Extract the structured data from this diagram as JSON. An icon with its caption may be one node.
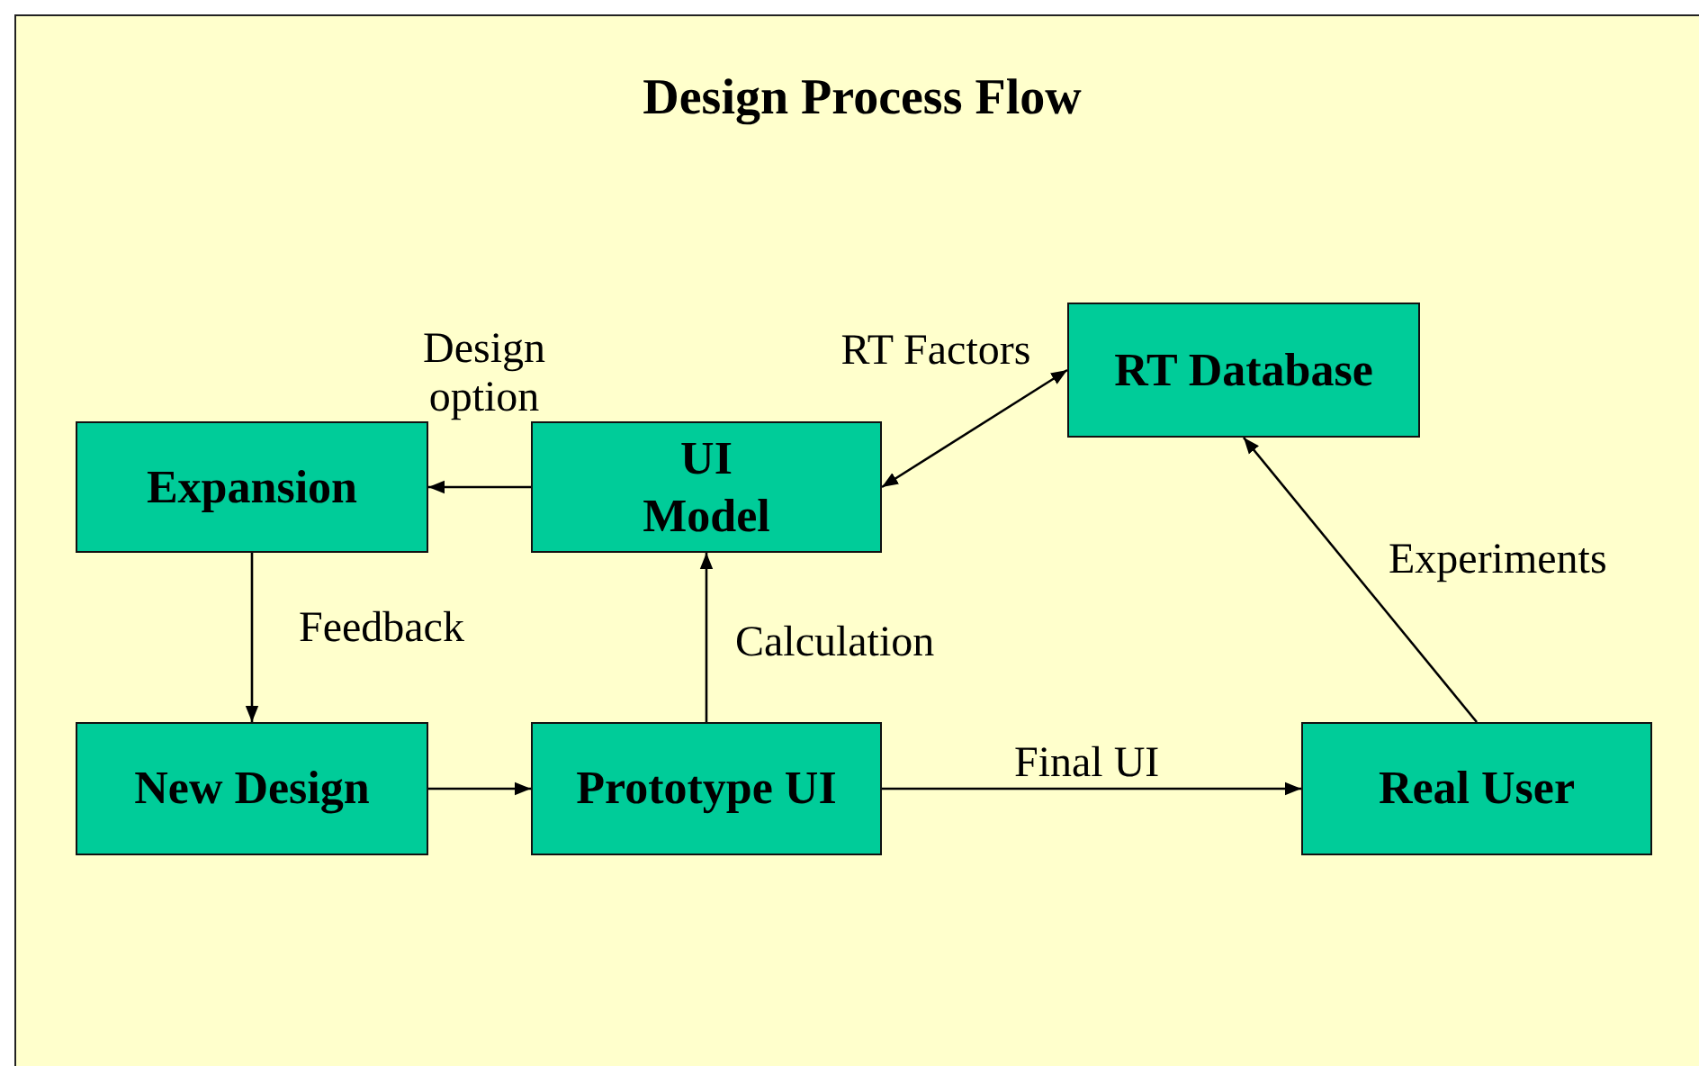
{
  "diagram": {
    "title": "Design Process Flow",
    "nodes": [
      {
        "text": [
          "RT Database"
        ]
      },
      {
        "text": [
          "Expansion"
        ]
      },
      {
        "text": [
          "UI Model"
        ]
      },
      {
        "text": [
          "New Design"
        ]
      },
      {
        "text": [
          "Prototype UI"
        ]
      },
      {
        "text": [
          "Real User"
        ]
      }
    ],
    "edges": [
      {
        "from": 2,
        "to": 1,
        "arrow": "to",
        "label": "Design option"
      },
      {
        "from": 2,
        "to": 0,
        "arrow": "both",
        "label": "RT Factors"
      },
      {
        "from": 1,
        "to": 3,
        "arrow": "to",
        "label": "Feedback"
      },
      {
        "from": 3,
        "to": 4,
        "arrow": "to"
      },
      {
        "from": 4,
        "to": 2,
        "arrow": "to",
        "label": "Calculation"
      },
      {
        "from": 4,
        "to": 5,
        "arrow": "to",
        "label": "Final UI"
      },
      {
        "from": 5,
        "to": 0,
        "arrow": "to",
        "label": "Experiments"
      }
    ]
  }
}
